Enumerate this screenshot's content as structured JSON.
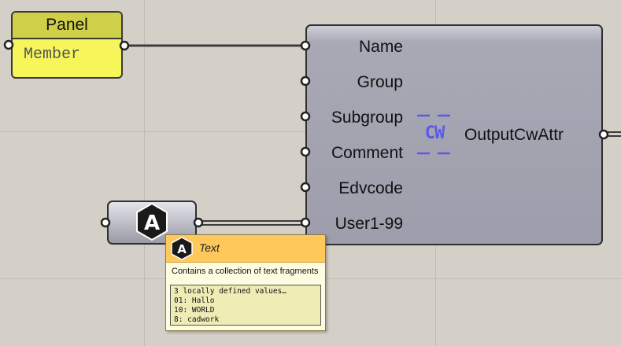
{
  "panel": {
    "title": "Panel",
    "value": "Member"
  },
  "component": {
    "inputs": [
      "Name",
      "Group",
      "Subgroup",
      "Comment",
      "Edvcode",
      "User1-99"
    ],
    "icon_text": "CW",
    "output": "OutputCwAttr"
  },
  "text_param": {
    "icon_letter": "A"
  },
  "tooltip": {
    "icon_letter": "A",
    "title": "Text",
    "description": "Contains a collection of text fragments",
    "values": [
      "3 locally defined values…",
      "01: Hallo",
      "10: WORLD",
      "8: cadwork"
    ]
  },
  "colors": {
    "canvas": "#d4d0c8",
    "panel_body": "#f6f65a",
    "panel_title": "#cfcf48",
    "component": "#a9a9b6",
    "tooltip_header": "#ffc85a",
    "icon_accent": "#5a5ae8"
  }
}
